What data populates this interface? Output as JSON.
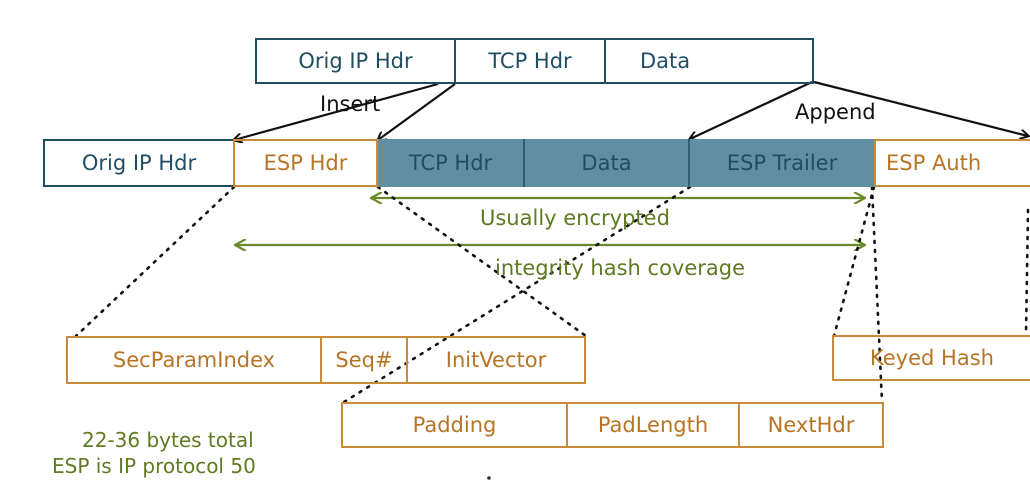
{
  "original_packet": {
    "orig_ip_hdr": "Orig IP Hdr",
    "tcp_hdr": "TCP Hdr",
    "data": "Data"
  },
  "esp_packet": {
    "orig_ip_hdr": "Orig IP Hdr",
    "esp_hdr": "ESP Hdr",
    "tcp_hdr": "TCP Hdr",
    "data": "Data",
    "esp_trailer": "ESP Trailer",
    "esp_auth": "ESP Auth"
  },
  "labels": {
    "insert": "Insert",
    "append": "Append",
    "encrypted": "Usually encrypted",
    "integrity": "integrity hash coverage"
  },
  "esp_header_fields": {
    "spi": "SecParamIndex",
    "seq": "Seq#",
    "iv": "InitVector"
  },
  "esp_trailer_fields": {
    "padding": "Padding",
    "pad_length": "PadLength",
    "next_hdr": "NextHdr"
  },
  "esp_auth_fields": {
    "keyed_hash": "Keyed Hash"
  },
  "notes": {
    "line1": "22-36 bytes total",
    "line2": "ESP is IP protocol 50"
  },
  "colors": {
    "ip_blue": "#1f4e63",
    "esp_orange": "#c98a3a",
    "encrypted_fill": "#5f8fa0",
    "annotation_green": "#5f7a22"
  }
}
